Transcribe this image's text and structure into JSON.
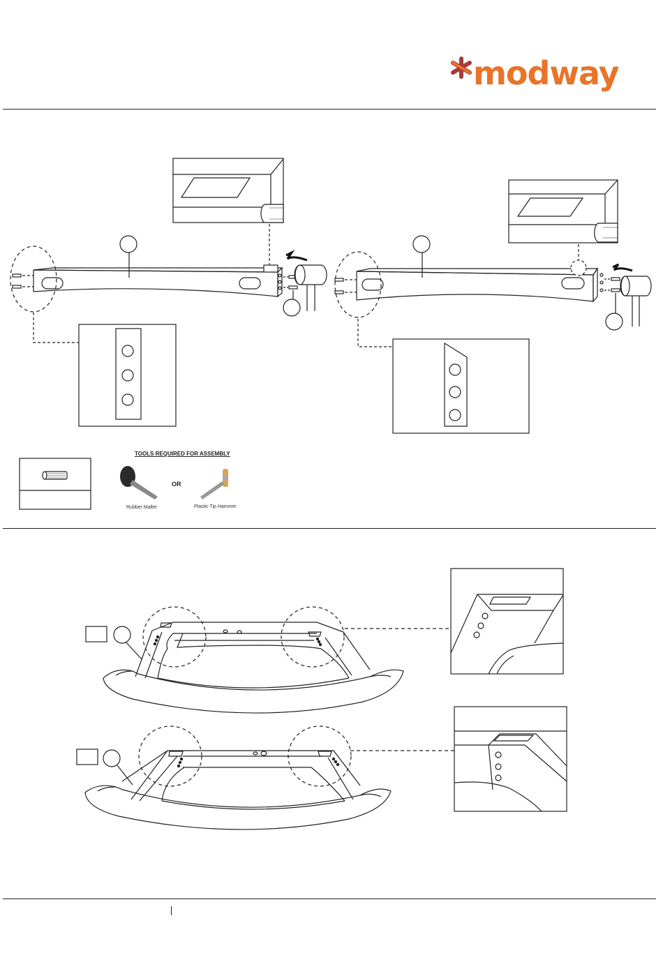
{
  "brand": {
    "name": "modway",
    "accent_color": "#e8742a",
    "mark_color": "#a83a3a",
    "logo_icon": "asterisk-icon"
  },
  "tools": {
    "title": "TOOLS REQUIRED FOR ASSEMBLY",
    "option_1": "Rubber Mallet",
    "separator": "OR",
    "option_2": "Plastic Tip Hammer"
  },
  "hardware_icon": "wooden-dowel-icon"
}
